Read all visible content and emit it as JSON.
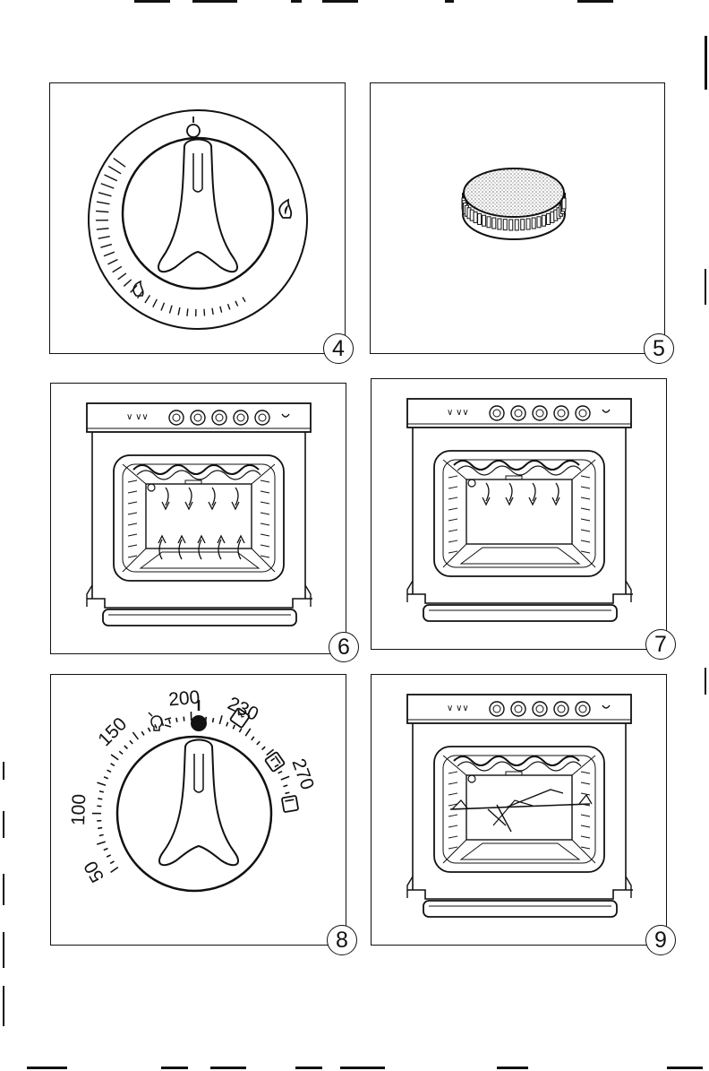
{
  "figures": [
    {
      "id": "fig4",
      "number": "4",
      "subject": "gas-burner-control-knob"
    },
    {
      "id": "fig5",
      "number": "5",
      "subject": "gas-burner-cap"
    },
    {
      "id": "fig6",
      "number": "6",
      "subject": "oven-interior-circulation"
    },
    {
      "id": "fig7",
      "number": "7",
      "subject": "oven-interior-grill"
    },
    {
      "id": "fig8",
      "number": "8",
      "subject": "oven-temperature-dial"
    },
    {
      "id": "fig9",
      "number": "9",
      "subject": "oven-interior-rotisserie"
    }
  ],
  "oven_dial": {
    "temperatures": [
      "50",
      "100",
      "150",
      "200",
      "230",
      "270"
    ]
  },
  "icons": [
    "flame-icon",
    "lamp-icon",
    "off-dot-icon",
    "grill-mode-icon",
    "top-heat-icon",
    "bottom-heat-icon",
    "airflow-arrow-icon"
  ],
  "colors": {
    "ink": "#111111",
    "paper": "#ffffff",
    "stipple": "#bdbdbd"
  }
}
